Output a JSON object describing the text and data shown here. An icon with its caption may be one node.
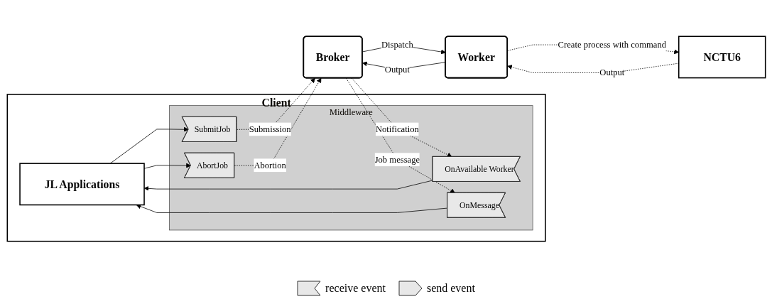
{
  "diagram": {
    "nodes": [
      {
        "text": [
          "Client"
        ]
      },
      {
        "text": [
          "JL Applications"
        ],
        "in": 0
      },
      {
        "text": [
          "Middleware"
        ],
        "in": 0
      },
      {
        "text": [
          "OnAvailable Worker"
        ],
        "in": 2
      },
      {
        "text": [
          "SubmitJob"
        ],
        "in": 2
      },
      {
        "text": [
          "OnMessage"
        ],
        "in": 2
      },
      {
        "text": [
          "AbortJob"
        ],
        "in": 2
      },
      {
        "text": [
          "Broker"
        ]
      },
      {
        "text": [
          "Worker"
        ]
      },
      {
        "text": [
          "NCTU6"
        ]
      }
    ],
    "edges": [
      {
        "from": 3,
        "to": 1,
        "arrow": "to"
      },
      {
        "from": 1,
        "to": 4,
        "arrow": "to"
      },
      {
        "from": 5,
        "to": 1,
        "arrow": "to"
      },
      {
        "from": 1,
        "to": 6,
        "arrow": "to"
      },
      {
        "from": 7,
        "to": 3,
        "arrow": "to",
        "label": "Notification",
        "style": "dashed"
      },
      {
        "from": 4,
        "to": 7,
        "arrow": "to",
        "label": "Submission",
        "style": "dashed"
      },
      {
        "from": 7,
        "to": 5,
        "arrow": "to",
        "label": "Job message",
        "style": "dashed"
      },
      {
        "from": 6,
        "to": 7,
        "arrow": "to",
        "label": "Abortion",
        "style": "dashed"
      },
      {
        "from": 7,
        "to": 8,
        "arrow": "to",
        "label": "Dispatch"
      },
      {
        "from": 8,
        "to": 7,
        "arrow": "to",
        "label": "Output"
      },
      {
        "from": 8,
        "to": 9,
        "arrow": "to",
        "label": "Create process with command",
        "style": "dashed"
      },
      {
        "from": 9,
        "to": 8,
        "arrow": "to",
        "label": "Output",
        "style": "dashed"
      }
    ],
    "legend": [
      {
        "text": "receive event"
      },
      {
        "text": "send event"
      }
    ]
  }
}
